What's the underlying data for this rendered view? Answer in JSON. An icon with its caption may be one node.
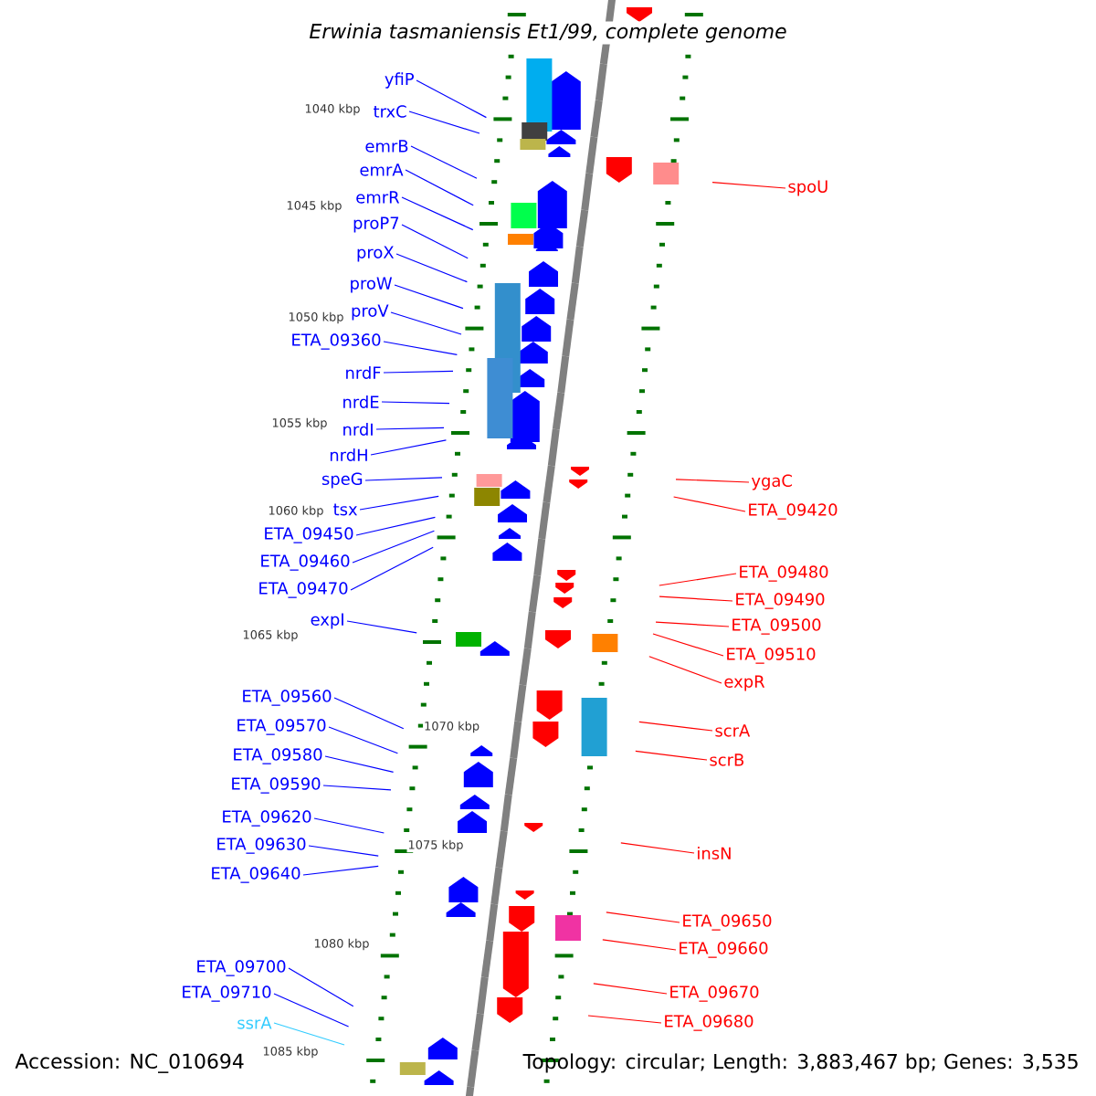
{
  "diagram": {
    "title": "Erwinia tasmaniensis Et1/99, complete genome",
    "nodes": [
      {
        "text": [
          "yfiP"
        ]
      },
      {
        "text": [
          "trxC"
        ]
      },
      {
        "text": [
          "emrB"
        ]
      },
      {
        "text": [
          "emrA"
        ]
      },
      {
        "text": [
          "emrR"
        ]
      },
      {
        "text": [
          "proP7"
        ]
      },
      {
        "text": [
          "proX"
        ]
      },
      {
        "text": [
          "proW"
        ]
      },
      {
        "text": [
          "proV"
        ]
      },
      {
        "text": [
          "ETA_09360"
        ]
      },
      {
        "text": [
          "nrdF"
        ]
      },
      {
        "text": [
          "nrdE"
        ]
      },
      {
        "text": [
          "nrdI"
        ]
      },
      {
        "text": [
          "nrdH"
        ]
      },
      {
        "text": [
          "speG"
        ]
      },
      {
        "text": [
          "tsx"
        ]
      },
      {
        "text": [
          "ETA_09450"
        ]
      },
      {
        "text": [
          "ETA_09460"
        ]
      },
      {
        "text": [
          "ETA_09470"
        ]
      },
      {
        "text": [
          "expI"
        ]
      },
      {
        "text": [
          "ETA_09560"
        ]
      },
      {
        "text": [
          "ETA_09570"
        ]
      },
      {
        "text": [
          "ETA_09580"
        ]
      },
      {
        "text": [
          "ETA_09590"
        ]
      },
      {
        "text": [
          "ETA_09620"
        ]
      },
      {
        "text": [
          "ETA_09630"
        ]
      },
      {
        "text": [
          "ETA_09640"
        ]
      },
      {
        "text": [
          "ETA_09700"
        ]
      },
      {
        "text": [
          "ETA_09710"
        ]
      },
      {
        "text": [
          "ssrA"
        ]
      },
      {
        "text": [
          "spoU"
        ]
      },
      {
        "text": [
          "ygaC"
        ]
      },
      {
        "text": [
          "ETA_09420"
        ]
      },
      {
        "text": [
          "ETA_09480"
        ]
      },
      {
        "text": [
          "ETA_09490"
        ]
      },
      {
        "text": [
          "ETA_09500"
        ]
      },
      {
        "text": [
          "ETA_09510"
        ]
      },
      {
        "text": [
          "expR"
        ]
      },
      {
        "text": [
          "scrA"
        ]
      },
      {
        "text": [
          "scrB"
        ]
      },
      {
        "text": [
          "insN"
        ]
      },
      {
        "text": [
          "ETA_09650"
        ]
      },
      {
        "text": [
          "ETA_09660"
        ]
      },
      {
        "text": [
          "ETA_09670"
        ]
      },
      {
        "text": [
          "ETA_09680"
        ]
      }
    ],
    "edges": [
      {
        "from": 0,
        "to": null,
        "arrow": "none"
      },
      {
        "from": 1,
        "to": null,
        "arrow": "none"
      },
      {
        "from": 2,
        "to": null,
        "arrow": "none"
      },
      {
        "from": 3,
        "to": null,
        "arrow": "none"
      },
      {
        "from": 4,
        "to": null,
        "arrow": "none"
      },
      {
        "from": 5,
        "to": null,
        "arrow": "none"
      },
      {
        "from": 6,
        "to": null,
        "arrow": "none"
      },
      {
        "from": 7,
        "to": null,
        "arrow": "none"
      },
      {
        "from": 8,
        "to": null,
        "arrow": "none"
      },
      {
        "from": 9,
        "to": null,
        "arrow": "none"
      },
      {
        "from": 10,
        "to": null,
        "arrow": "none"
      },
      {
        "from": 11,
        "to": null,
        "arrow": "none"
      },
      {
        "from": 12,
        "to": null,
        "arrow": "none"
      },
      {
        "from": 13,
        "to": null,
        "arrow": "none"
      },
      {
        "from": 14,
        "to": null,
        "arrow": "none"
      },
      {
        "from": 15,
        "to": null,
        "arrow": "none"
      },
      {
        "from": 16,
        "to": null,
        "arrow": "none"
      },
      {
        "from": 17,
        "to": null,
        "arrow": "none"
      },
      {
        "from": 18,
        "to": null,
        "arrow": "none"
      },
      {
        "from": 19,
        "to": null,
        "arrow": "none"
      },
      {
        "from": 20,
        "to": null,
        "arrow": "none"
      },
      {
        "from": 21,
        "to": null,
        "arrow": "none"
      },
      {
        "from": 22,
        "to": null,
        "arrow": "none"
      },
      {
        "from": 23,
        "to": null,
        "arrow": "none"
      },
      {
        "from": 24,
        "to": null,
        "arrow": "none"
      },
      {
        "from": 25,
        "to": null,
        "arrow": "none"
      },
      {
        "from": 26,
        "to": null,
        "arrow": "none"
      },
      {
        "from": 27,
        "to": null,
        "arrow": "none"
      },
      {
        "from": 28,
        "to": null,
        "arrow": "none"
      },
      {
        "from": 29,
        "to": null,
        "arrow": "none",
        "color": "#33ccff"
      },
      {
        "from": 30,
        "to": null,
        "arrow": "none",
        "color": "#ff0000"
      },
      {
        "from": 31,
        "to": null,
        "arrow": "none",
        "color": "#ff0000"
      },
      {
        "from": 32,
        "to": null,
        "arrow": "none",
        "color": "#ff0000"
      },
      {
        "from": 33,
        "to": null,
        "arrow": "none",
        "color": "#ff0000"
      },
      {
        "from": 34,
        "to": null,
        "arrow": "none",
        "color": "#ff0000"
      },
      {
        "from": 35,
        "to": null,
        "arrow": "none",
        "color": "#ff0000"
      },
      {
        "from": 36,
        "to": null,
        "arrow": "none",
        "color": "#ff0000"
      },
      {
        "from": 37,
        "to": null,
        "arrow": "none",
        "color": "#ff0000"
      },
      {
        "from": 38,
        "to": null,
        "arrow": "none",
        "color": "#ff0000"
      },
      {
        "from": 39,
        "to": null,
        "arrow": "none",
        "color": "#ff0000"
      },
      {
        "from": 40,
        "to": null,
        "arrow": "none",
        "color": "#ff0000"
      },
      {
        "from": 41,
        "to": null,
        "arrow": "none",
        "color": "#ff0000"
      },
      {
        "from": 42,
        "to": null,
        "arrow": "none",
        "color": "#ff0000"
      },
      {
        "from": 43,
        "to": null,
        "arrow": "none",
        "color": "#ff0000"
      },
      {
        "from": 44,
        "to": null,
        "arrow": "none",
        "color": "#ff0000"
      }
    ],
    "labels": [
      "1040 kbp",
      "1045 kbp",
      "1050 kbp",
      "1055 kbp",
      "1060 kbp",
      "1065 kbp",
      "1070 kbp",
      "1075 kbp",
      "1080 kbp",
      "1085 kbp",
      "Accession: NC_010694",
      "Topology: circular; Length: 3,883,467 bp; Genes: 3,535"
    ]
  }
}
